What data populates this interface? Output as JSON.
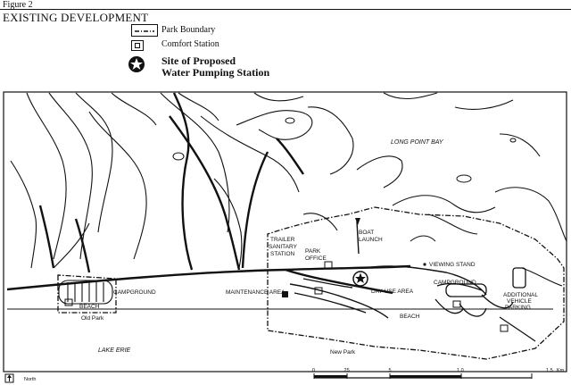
{
  "figure": "Figure 2",
  "title": "EXISTING DEVELOPMENT",
  "legend": {
    "park_boundary": "Park Boundary",
    "comfort_station": "Comfort Station",
    "pump_line1": "Site of Proposed",
    "pump_line2": "Water Pumping Station"
  },
  "labels": {
    "long_point_bay": "LONG POINT BAY",
    "lake_erie": "LAKE ERIE",
    "old_park": "Old Park",
    "new_park": "New Park",
    "campground_old": "CAMPGROUND",
    "beach_old": "BEACH",
    "maintenance": "MAINTENANCE AREA",
    "trailer1": "TRAILER",
    "trailer2": "SANITARY",
    "trailer3": "STATION",
    "park_office1": "PARK",
    "park_office2": "OFFICE",
    "boat1": "BOAT",
    "boat2": "LAUNCH",
    "viewing": "VIEWING STAND",
    "day_use": "DAY USE AREA",
    "beach_new": "BEACH",
    "campground_new": "CAMPGROUND",
    "addl1": "ADDITIONAL",
    "addl2": "VEHICLE",
    "addl3": "PARKING"
  },
  "scale": {
    "north": "North",
    "ticks": [
      "0",
      ".25",
      ".5",
      "1.0",
      "1.5"
    ],
    "unit": "Km"
  }
}
